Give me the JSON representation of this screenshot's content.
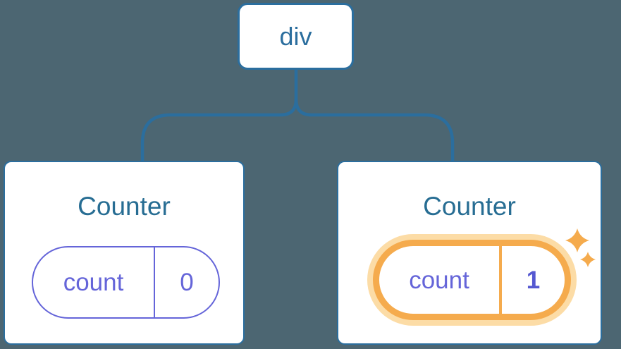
{
  "diagram": {
    "description": "Component state tree: a div root with two Counter children",
    "root": {
      "label": "div"
    },
    "children": [
      {
        "title": "Counter",
        "state": {
          "name": "count",
          "value": "0"
        },
        "highlighted": false
      },
      {
        "title": "Counter",
        "state": {
          "name": "count",
          "value": "1"
        },
        "highlighted": true
      }
    ]
  },
  "icons": {
    "sparkle": "four-point-star"
  },
  "colors": {
    "background": "#4C6672",
    "line_blue": "#2B6E9E",
    "title_blue": "#276D93",
    "state_purple": "#6565D9",
    "value_purple_bold": "#5558D1",
    "highlight_orange": "#F5AB4D",
    "highlight_glow": "#FCDCA6",
    "card_background": "#FFFFFF"
  }
}
